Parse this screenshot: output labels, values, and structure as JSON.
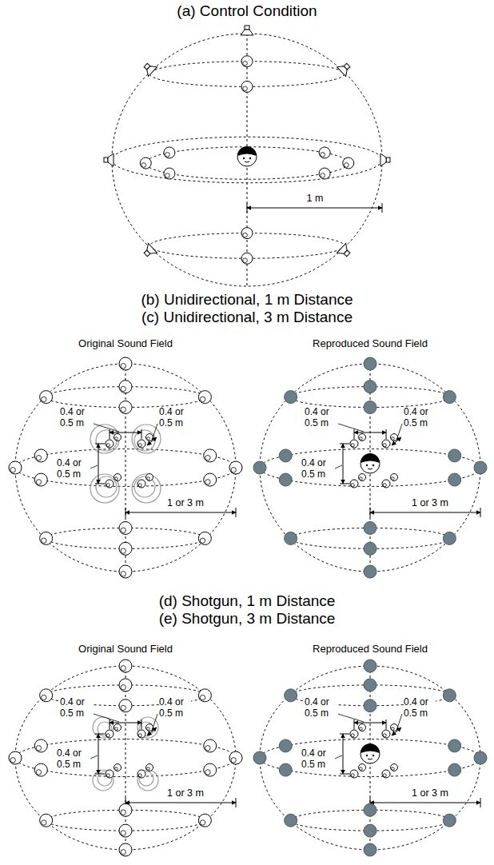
{
  "diagram": {
    "labels": [
      "(a) Control Condition",
      "1 m",
      "(b) Unidirectional, 1 m Distance",
      "(c) Unidirectional, 3 m Distance",
      "Original Sound Field",
      "0.4 or 0.5 m",
      "0.4 or 0.5 m",
      "0.4 or 0.5 m",
      "1 or 3 m",
      "Reproduced Sound Field",
      "0.4 or 0.5 m",
      "0.4 or 0.5 m",
      "0.4 or 0.5 m",
      "1 or 3 m",
      "(d) Shotgun, 1 m Distance",
      "(e) Shotgun, 3 m Distance",
      "Original Sound Field",
      "0.4 or 0.5 m",
      "0.4 or 0.5 m",
      "0.4 or 0.5 m",
      "1 or 3 m",
      "Reproduced Sound Field",
      "0.4 or 0.5 m",
      "0.4 or 0.5 m",
      "0.4 or 0.5 m",
      "1 or 3 m"
    ]
  }
}
